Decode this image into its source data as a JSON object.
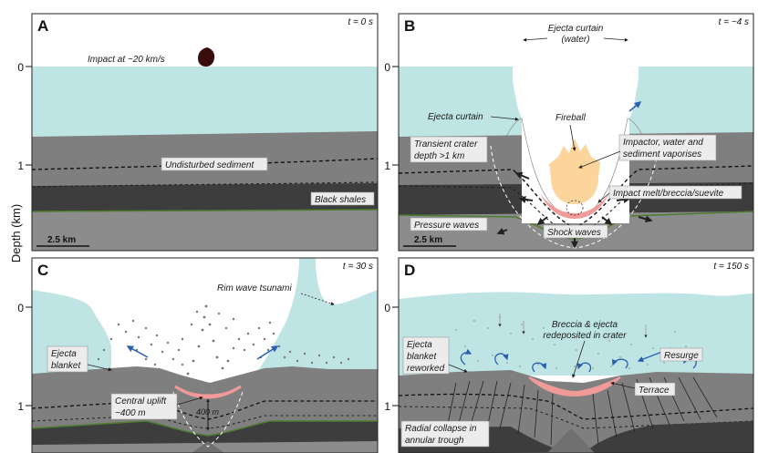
{
  "axis": {
    "ylabel": "Depth (km)",
    "ticks": [
      "0",
      "1"
    ]
  },
  "panels": {
    "A": {
      "letter": "A",
      "time": "t = 0 s",
      "labels": {
        "impact": "Impact at ~20 km/s",
        "undisturbed": "Undisturbed sediment",
        "black_shales": "Black shales",
        "scale": "2.5 km"
      }
    },
    "B": {
      "letter": "B",
      "time": "t = ~4 s",
      "labels": {
        "ejecta_curtain_water_1": "Ejecta curtain",
        "ejecta_curtain_water_2": "(water)",
        "ejecta_curtain": "Ejecta curtain",
        "fireball": "Fireball",
        "transient_1": "Transient crater",
        "transient_2": "depth >1 km",
        "vaporises_1": "Impactor, water and",
        "vaporises_2": "sediment vaporises",
        "melt": "Impact melt/breccia/suevite",
        "pressure": "Pressure waves",
        "shock": "Shock waves",
        "scale": "2.5 km"
      }
    },
    "C": {
      "letter": "C",
      "time": "t = 30 s",
      "labels": {
        "tsunami": "Rim wave tsunami",
        "ejecta_1": "Ejecta",
        "ejecta_2": "blanket",
        "uplift_1": "Central uplift",
        "uplift_2": "~400 m",
        "uplift_height": "400 m"
      }
    },
    "D": {
      "letter": "D",
      "time": "t = 150 s",
      "labels": {
        "breccia_1": "Breccia & ejecta",
        "breccia_2": "redeposited in crater",
        "ejecta_1": "Ejecta",
        "ejecta_2": "blanket",
        "ejecta_3": "reworked",
        "resurge": "Resurge",
        "terrace": "Terrace",
        "radial_1": "Radial collapse in",
        "radial_2": "annular trough"
      }
    }
  },
  "colors": {
    "water": "#bfe4e4",
    "sediment": "#7f7f7f",
    "shale": "#3d3d3d",
    "basement": "#8c8c8c",
    "fireball": "#fbd59b",
    "melt": "#f19a9a",
    "arrow": "#2a5fb0"
  }
}
